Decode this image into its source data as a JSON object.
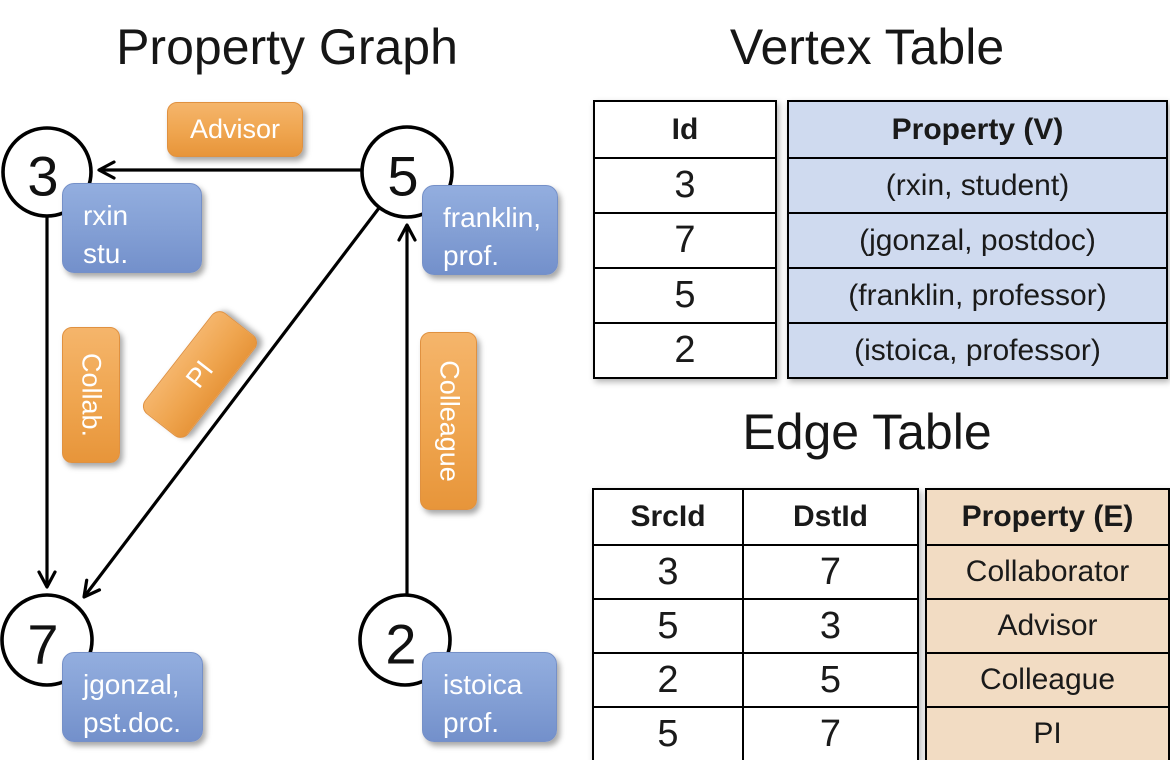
{
  "graph": {
    "title": "Property Graph",
    "nodes": [
      {
        "id": "3",
        "line1": "rxin",
        "line2": "stu."
      },
      {
        "id": "5",
        "line1": "franklin,",
        "line2": "prof."
      },
      {
        "id": "7",
        "line1": "jgonzal,",
        "line2": "pst.doc."
      },
      {
        "id": "2",
        "line1": "istoica",
        "line2": "prof."
      }
    ],
    "edge_labels": {
      "advisor": "Advisor",
      "collab": "Collab.",
      "pi": "PI",
      "colleague": "Colleague"
    },
    "edges": [
      {
        "from": "5",
        "to": "3",
        "label": "Advisor"
      },
      {
        "from": "3",
        "to": "7",
        "label": "Collab."
      },
      {
        "from": "5",
        "to": "7",
        "label": "PI"
      },
      {
        "from": "2",
        "to": "5",
        "label": "Colleague"
      }
    ]
  },
  "vertex_table": {
    "title": "Vertex Table",
    "headers": {
      "id": "Id",
      "property": "Property (V)"
    },
    "rows": [
      {
        "id": "3",
        "property": "(rxin, student)"
      },
      {
        "id": "7",
        "property": "(jgonzal, postdoc)"
      },
      {
        "id": "5",
        "property": "(franklin, professor)"
      },
      {
        "id": "2",
        "property": "(istoica, professor)"
      }
    ]
  },
  "edge_table": {
    "title": "Edge Table",
    "headers": {
      "src": "SrcId",
      "dst": "DstId",
      "property": "Property (E)"
    },
    "rows": [
      {
        "src": "3",
        "dst": "7",
        "property": "Collaborator"
      },
      {
        "src": "5",
        "dst": "3",
        "property": "Advisor"
      },
      {
        "src": "2",
        "dst": "5",
        "property": "Colleague"
      },
      {
        "src": "5",
        "dst": "7",
        "property": "PI"
      }
    ]
  },
  "colors": {
    "edge_label_orange": "#EFA54F",
    "node_box_blue": "#84A0D5",
    "vertex_cell_blue": "#CFDAEF",
    "edge_cell_tan": "#F2DCC3",
    "line_black": "#000000"
  }
}
